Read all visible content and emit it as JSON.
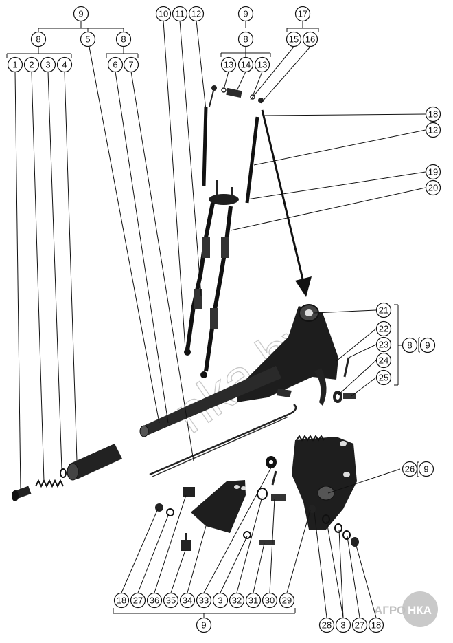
{
  "watermark": {
    "text": "nka.by"
  },
  "logo": {
    "text_left": "АГРО",
    "text_right": "НКА"
  },
  "corner_mark": "",
  "callouts": [
    "1",
    "2",
    "3",
    "4",
    "5",
    "6",
    "7",
    "8",
    "9",
    "10",
    "11",
    "12",
    "13",
    "14",
    "15",
    "16",
    "17",
    "18",
    "19",
    "20",
    "21",
    "22",
    "23",
    "24",
    "25",
    "26",
    "27",
    "28",
    "29",
    "30",
    "31",
    "32",
    "33",
    "34",
    "35",
    "36"
  ],
  "colors": {
    "part": "#1a1a1a",
    "line": "#111111",
    "background": "#ffffff",
    "watermark": "#d0d0d0"
  }
}
